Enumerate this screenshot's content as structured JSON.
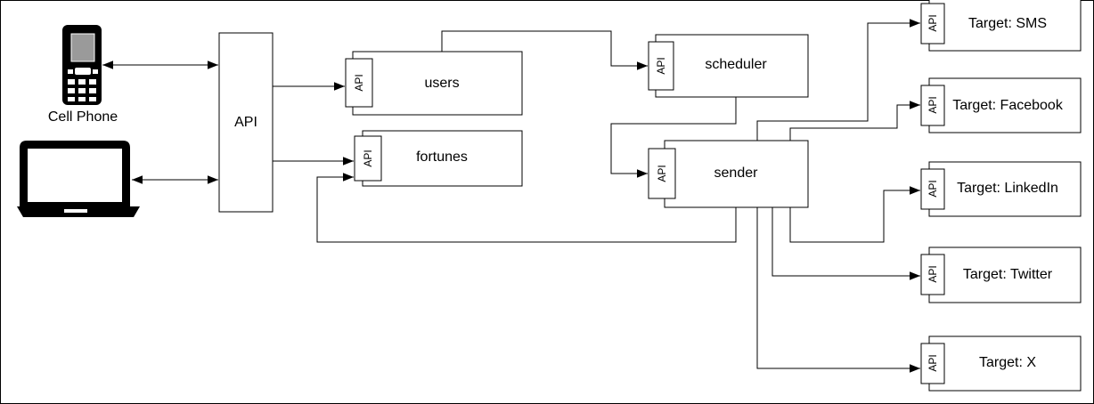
{
  "devices": {
    "phone_label": "Cell Phone",
    "phone_icon": "cell-phone-icon",
    "laptop_icon": "laptop-icon"
  },
  "gateway": {
    "label": "API"
  },
  "services": {
    "users": "users",
    "fortunes": "fortunes",
    "scheduler": "scheduler",
    "sender": "sender"
  },
  "api_tab_label": "API",
  "targets": {
    "sms": "Target: SMS",
    "facebook": "Target: Facebook",
    "linkedin": "Target: LinkedIn",
    "twitter": "Target: Twitter",
    "x": "Target: X"
  }
}
